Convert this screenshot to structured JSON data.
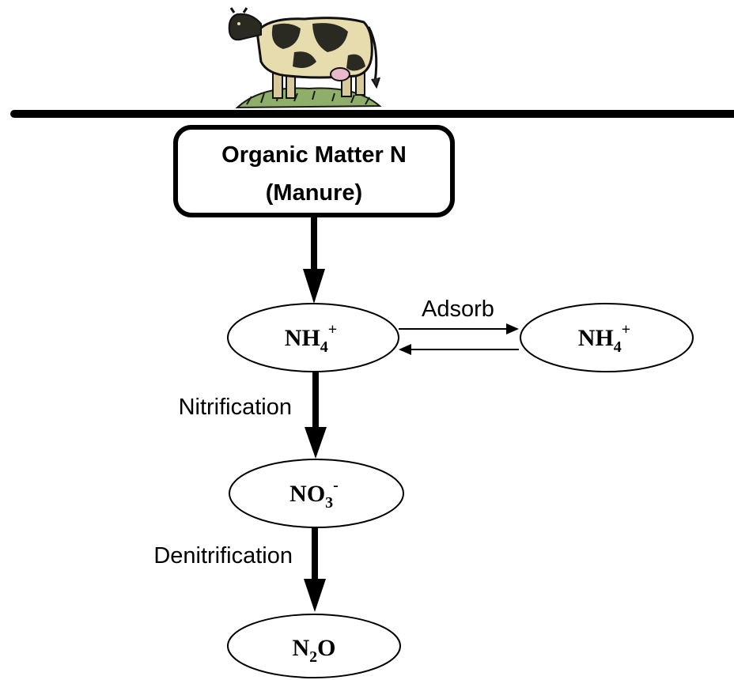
{
  "diagram": {
    "source_box": {
      "line1": "Organic Matter N",
      "line2": "(Manure)"
    },
    "nodes": {
      "ammonium": {
        "base": "NH",
        "sub": "4",
        "sup": "+"
      },
      "adsorbed_ammonium": {
        "base": "NH",
        "sub": "4",
        "sup": "+"
      },
      "nitrate": {
        "base": "NO",
        "sub": "3",
        "sup": "-"
      },
      "nitrous_oxide": {
        "base": "N",
        "sub": "2",
        "tail": "O"
      }
    },
    "labels": {
      "adsorb": "Adsorb",
      "nitrification": "Nitrification",
      "denitrification": "Denitrification"
    },
    "illustration": "cow-icon"
  }
}
